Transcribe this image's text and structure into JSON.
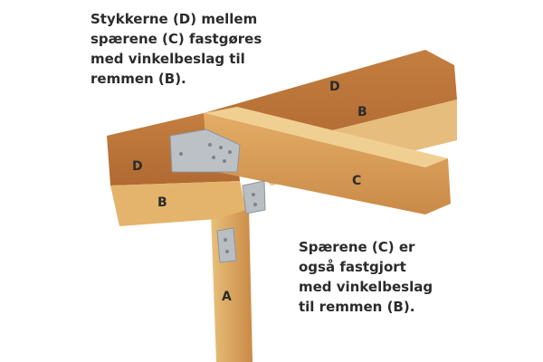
{
  "captions": {
    "top": [
      "Stykkerne (D) mellem",
      "spærene (C) fastgøres",
      "med vinkelbeslag til",
      "remmen (B)."
    ],
    "bottom": [
      "Spærene (C) er",
      "også fastgjort",
      "med vinkelbeslag",
      "til remmen (B)."
    ]
  },
  "labels": {
    "a": "A",
    "b_left": "B",
    "b_right": "B",
    "c": "C",
    "d_left": "D",
    "d_right": "D"
  },
  "colors": {
    "wood_dark": "#b8733a",
    "wood_mid": "#d69a52",
    "wood_light": "#ecc889",
    "bracket": "#b9bec2"
  }
}
